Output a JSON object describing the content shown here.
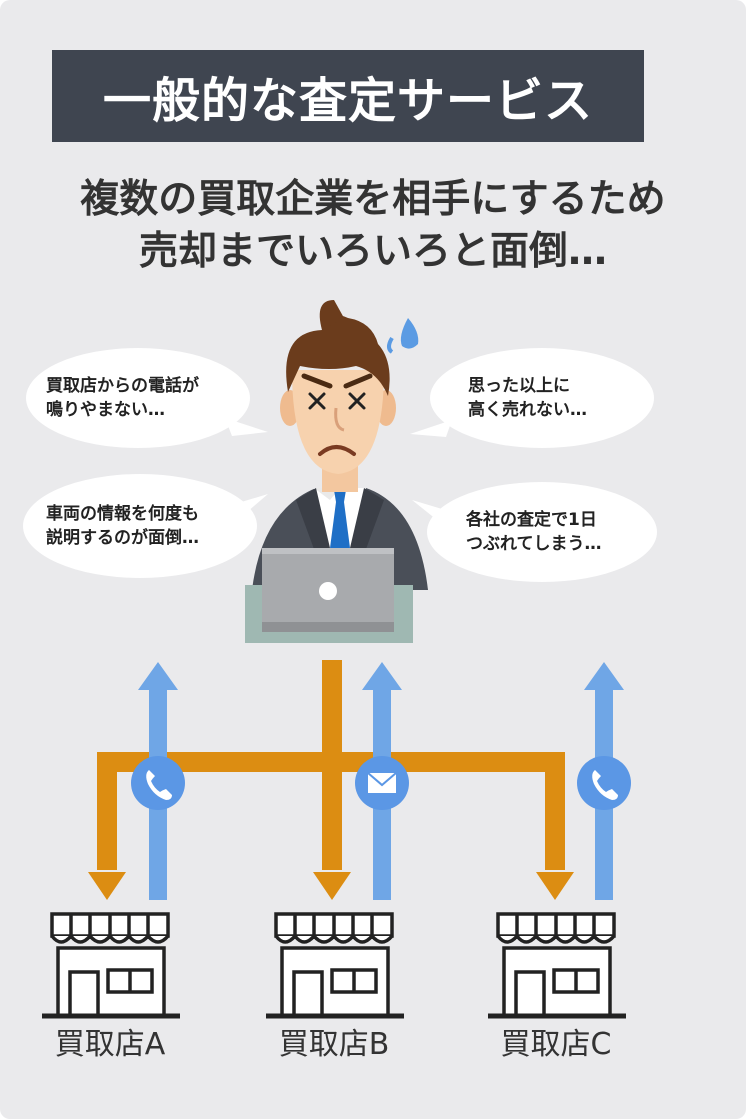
{
  "header": {
    "title": "一般的な査定サービス",
    "subtitle_line1": "複数の買取企業を相手にするため",
    "subtitle_line2": "売却までいろいろと面倒…"
  },
  "bubbles": [
    {
      "line1": "買取店からの電話が",
      "line2": "鳴りやまない…"
    },
    {
      "line1": "思った以上に",
      "line2": "高く売れない…"
    },
    {
      "line1": "車両の情報を何度も",
      "line2": "説明するのが面倒…"
    },
    {
      "line1": "各社の査定で1日",
      "line2": "つぶれてしまう…"
    }
  ],
  "stores": [
    {
      "label": "買取店A",
      "contact_icon": "phone-icon"
    },
    {
      "label": "買取店B",
      "contact_icon": "mail-icon"
    },
    {
      "label": "買取店C",
      "contact_icon": "phone-icon"
    }
  ],
  "colors": {
    "title_bg": "#3f4550",
    "orange_arrow": "#dc8d12",
    "blue_arrow": "#6fa6e6",
    "icon_circle": "#5b97e5"
  }
}
